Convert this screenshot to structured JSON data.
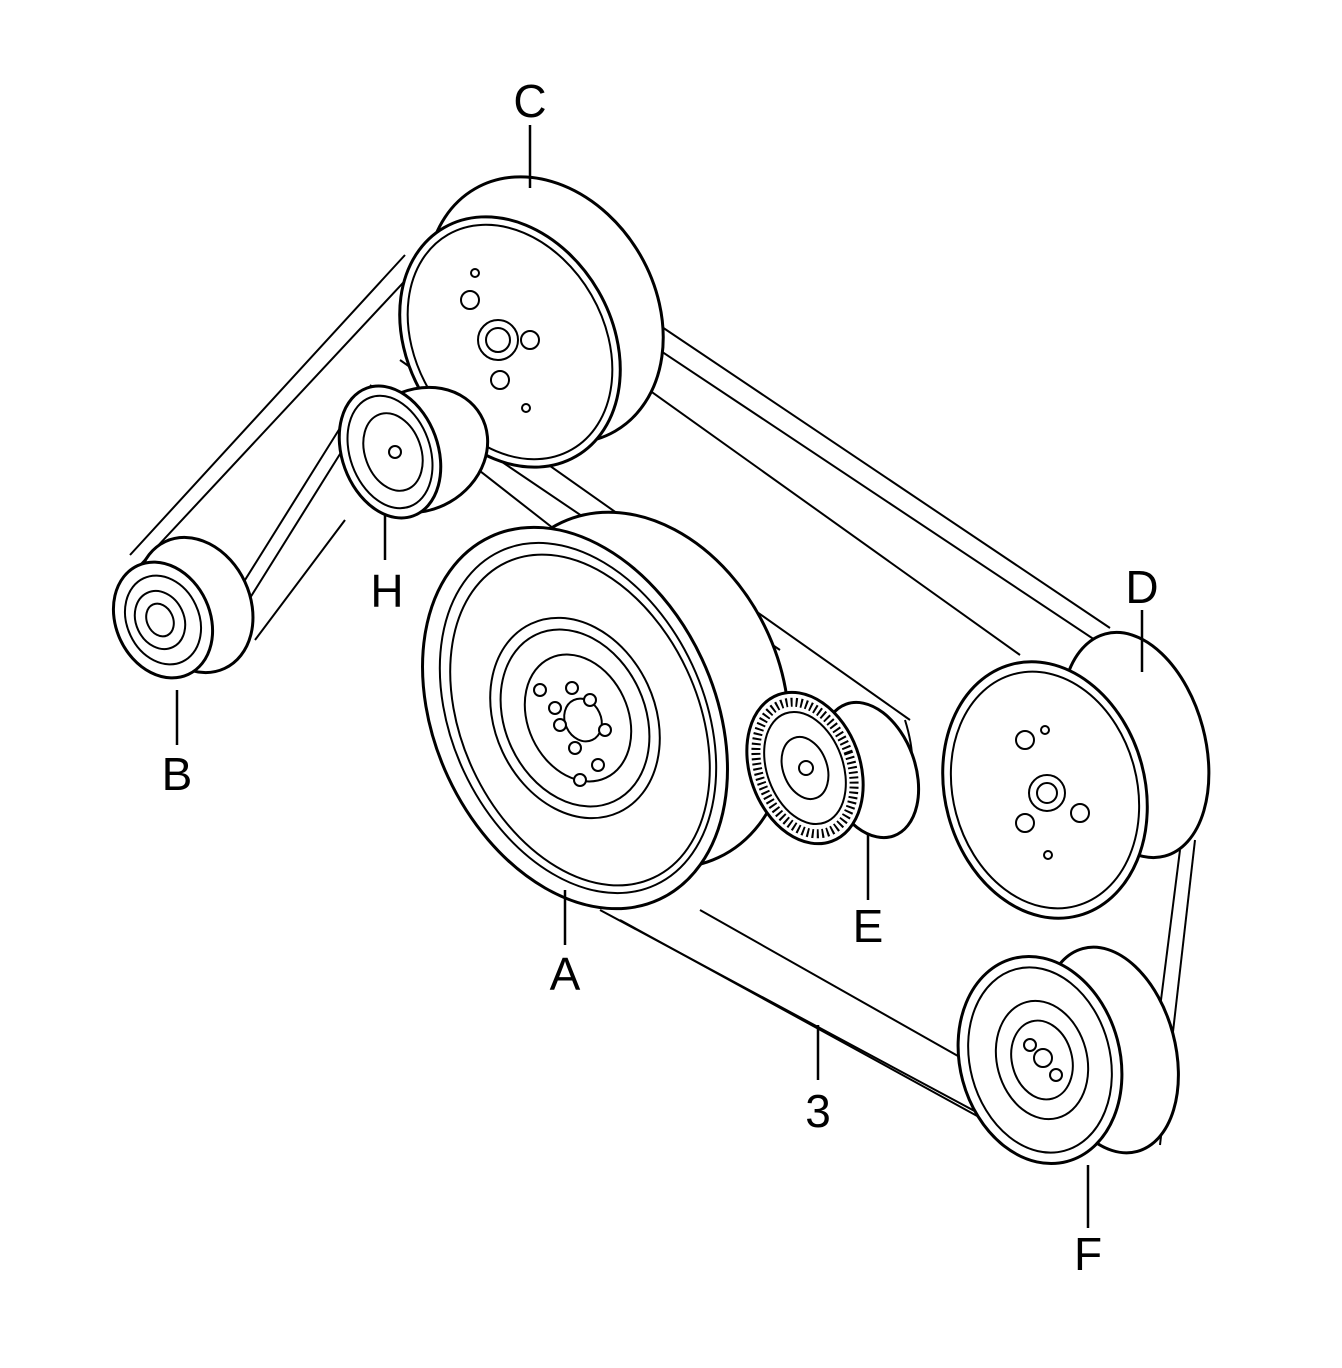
{
  "labels": {
    "A": "A",
    "B": "B",
    "C": "C",
    "D": "D",
    "E": "E",
    "F": "F",
    "H": "H",
    "belt": "3"
  },
  "colors": {
    "line": "#000000",
    "background": "#ffffff"
  }
}
